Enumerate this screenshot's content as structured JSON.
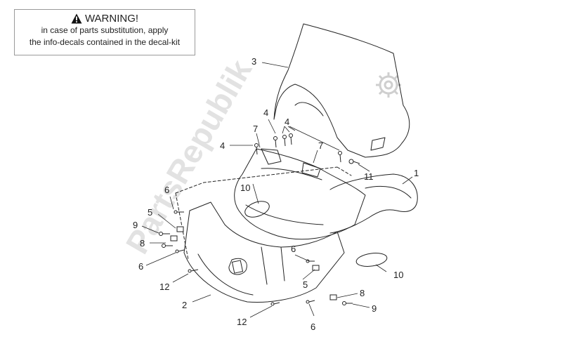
{
  "warning": {
    "title": "WARNING!",
    "line1": "in case of parts substitution, apply",
    "line2": "the info-decals contained in the decal-kit"
  },
  "watermark": "PartsRepublik",
  "callouts": [
    "1",
    "2",
    "3",
    "4",
    "4",
    "4",
    "5",
    "5",
    "6",
    "6",
    "6",
    "6",
    "7",
    "7",
    "8",
    "8",
    "9",
    "9",
    "10",
    "10",
    "11",
    "12",
    "12"
  ],
  "colors": {
    "line": "#222222",
    "watermark": "#d8d8d8"
  }
}
